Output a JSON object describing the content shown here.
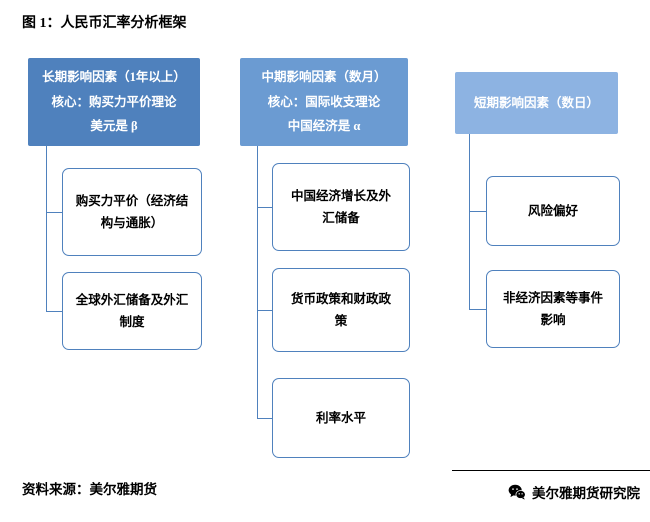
{
  "title": "图 1：人民币汇率分析框架",
  "diagram": {
    "accent_border": "#4f81bd",
    "columns": [
      {
        "name": "long-term",
        "header": "长期影响因素（1年以上）\n核心：购买力平价理论\n美元是 β",
        "color": "#4f81bd",
        "children": [
          "购买力平价（经济结构与通胀）",
          "全球外汇储备及外汇制度"
        ]
      },
      {
        "name": "mid-term",
        "header": "中期影响因素（数月）\n核心：国际收支理论\n中国经济是 α",
        "color": "#6b9bd2",
        "children": [
          "中国经济增长及外汇储备",
          "货币政策和财政政策",
          "利率水平"
        ]
      },
      {
        "name": "short-term",
        "header": "短期影响因素（数日）",
        "color": "#8db3e2",
        "children": [
          "风险偏好",
          "非经济因素等事件影响"
        ]
      }
    ]
  },
  "footer": {
    "source": "资料来源：美尔雅期货",
    "brand": "美尔雅期货研究院",
    "brand_icon": "wechat-icon"
  }
}
